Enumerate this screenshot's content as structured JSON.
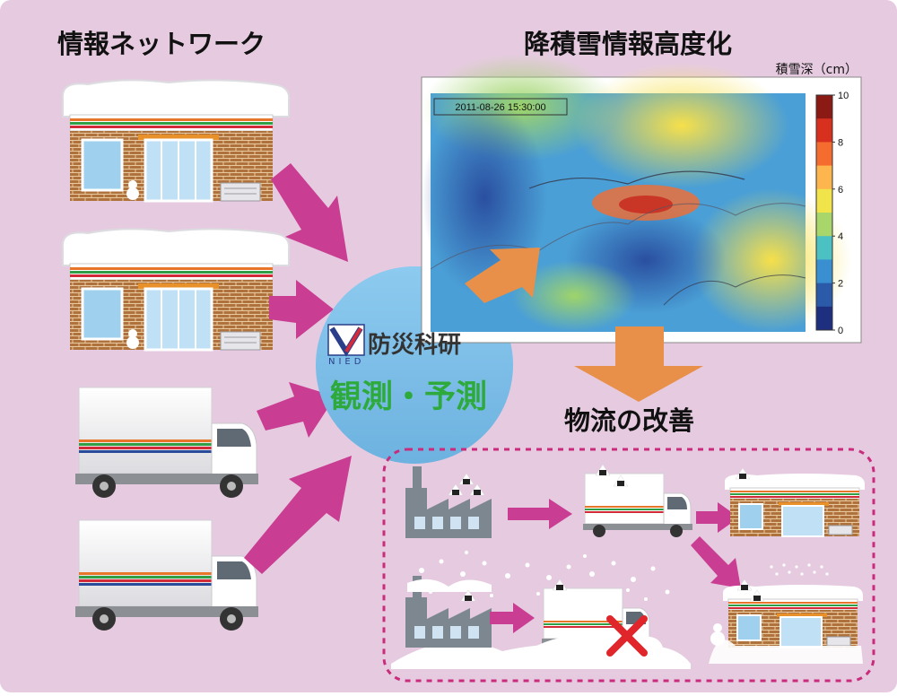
{
  "titles": {
    "network": "情報ネットワーク",
    "snow": "降積雪情報高度化",
    "logistics": "物流の改善"
  },
  "map": {
    "timestamp": "2011-08-26 15:30:00",
    "unit_label": "積雪深（cm）",
    "colorbar_ticks": [
      "10",
      "8",
      "6",
      "4",
      "2",
      "0"
    ],
    "colorbar_colors": [
      "#8b1a14",
      "#d7301f",
      "#f46d2f",
      "#fdb54d",
      "#f1e34a",
      "#a9d66a",
      "#4cc1c4",
      "#3a8fd0",
      "#2a5aa8",
      "#1f2f80"
    ]
  },
  "center": {
    "org_name": "防災科研",
    "org_abbr": "NIED",
    "tagline": "観測・予測"
  },
  "colors": {
    "background": "#e6cbe0",
    "arrow_magenta": "#c93d92",
    "arrow_orange": "#e8904a",
    "circle": "#7fc0e8",
    "tagline_green": "#2eaa3c",
    "dash_border": "#c92c7c"
  }
}
